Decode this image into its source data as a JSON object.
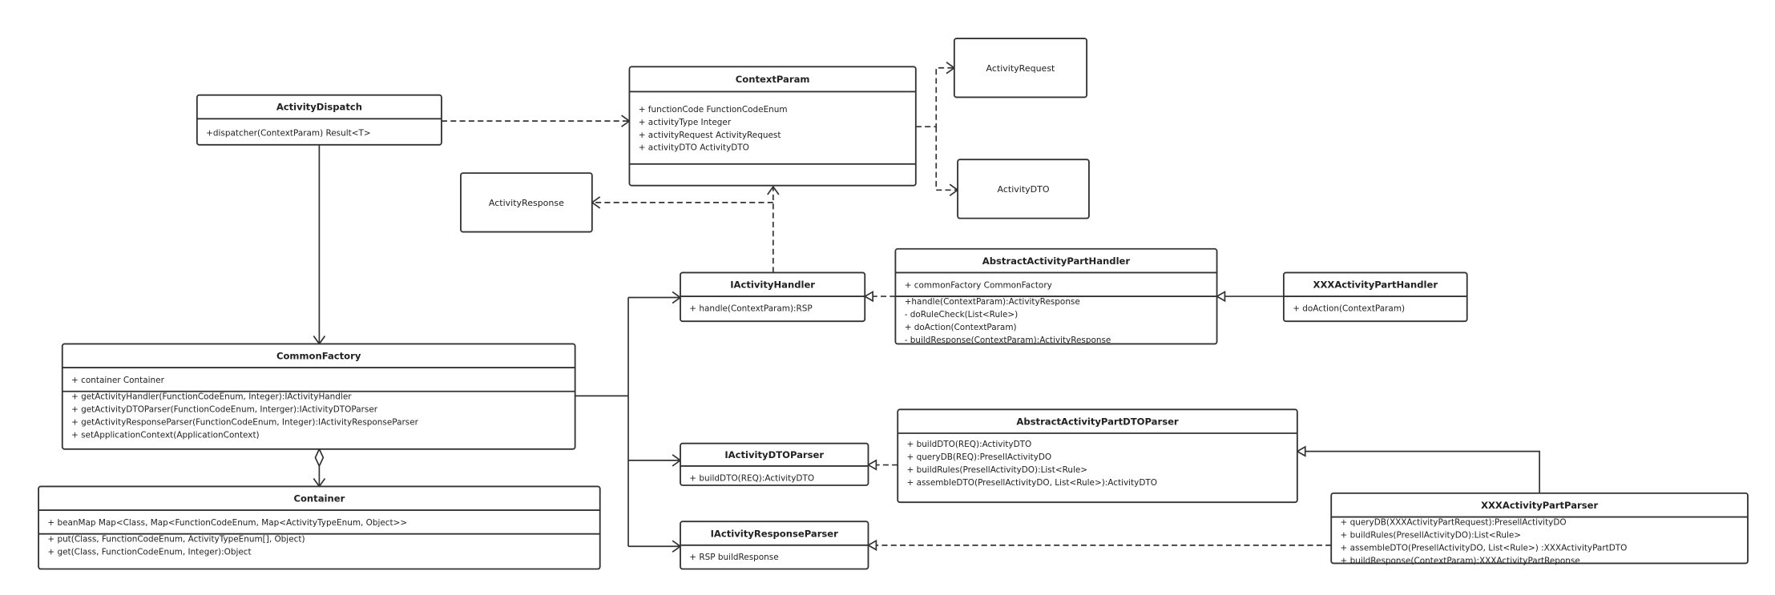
{
  "diagram": {
    "classes": {
      "activity_dispatch": {
        "name": "ActivityDispatch",
        "attributes": [],
        "methods": [
          "+dispatcher(ContextParam)  Result<T>"
        ]
      },
      "context_param": {
        "name": "ContextParam",
        "attributes": [
          "+ functionCode FunctionCodeEnum",
          "+ activityType Integer",
          "+ activityRequest ActivityRequest",
          "+ activityDTO ActivityDTO"
        ],
        "methods": []
      },
      "activity_request": {
        "name": "ActivityRequest"
      },
      "activity_dto": {
        "name": "ActivityDTO"
      },
      "activity_response": {
        "name": "ActivityResponse"
      },
      "i_activity_handler": {
        "name": "IActivityHandler",
        "methods": [
          "+ handle(ContextParam):RSP"
        ]
      },
      "abstract_activity_part_handler": {
        "name": "AbstractActivityPartHandler",
        "attributes": [
          "+ commonFactory CommonFactory"
        ],
        "methods": [
          "+handle(ContextParam):ActivityResponse",
          "- doRuleCheck(List<Rule>)",
          "+ doAction(ContextParam)",
          "- buildResponse(ContextParam):ActivityResponse"
        ]
      },
      "xxx_activity_part_handler": {
        "name": "XXXActivityPartHandler",
        "methods": [
          "+ doAction(ContextParam)"
        ]
      },
      "common_factory": {
        "name": "CommonFactory",
        "attributes": [
          "+ container Container"
        ],
        "methods": [
          "+ getActivityHandler(FunctionCodeEnum, Integer):IActivityHandler",
          "+ getActivityDTOParser(FunctionCodeEnum, Interger):IActivityDTOParser",
          "+ getActivityResponseParser(FunctionCodeEnum, Integer):IActivityResponseParser",
          "+ setApplicationContext(ApplicationContext)"
        ]
      },
      "container": {
        "name": "Container",
        "attributes": [
          "+ beanMap Map<Class, Map<FunctionCodeEnum, Map<ActivityTypeEnum, Object>>"
        ],
        "methods": [
          "+ put(Class, FunctionCodeEnum, ActivityTypeEnum[], Object)",
          "+ get(Class, FunctionCodeEnum, Integer):Object"
        ]
      },
      "i_activity_dto_parser": {
        "name": "IActivityDTOParser",
        "methods": [
          "+ buildDTO(REQ):ActivityDTO"
        ]
      },
      "abstract_activity_part_dto_parser": {
        "name": "AbstractActivityPartDTOParser",
        "methods": [
          "+ buildDTO(REQ):ActivityDTO",
          "+ queryDB(REQ):PresellActivityDO",
          "+ buildRules(PresellActivityDO):List<Rule>",
          "+ assembleDTO(PresellActivityDO, List<Rule>):ActivityDTO"
        ]
      },
      "i_activity_response_parser": {
        "name": "IActivityResponseParser",
        "methods": [
          "+ RSP buildResponse"
        ]
      },
      "xxx_activity_part_parser": {
        "name": "XXXActivityPartParser",
        "methods": [
          "+ queryDB(XXXActivityPartRequest):PresellActivityDO",
          "+ buildRules(PresellActivityDO):List<Rule>",
          "+ assembleDTO(PresellActivityDO, List<Rule>) :XXXActivityPartDTO",
          "+ buildResponse(ContextParam):XXXActivityPartReponse"
        ]
      }
    },
    "relations": [
      {
        "from": "activity_dispatch",
        "to": "context_param",
        "kind": "dependency"
      },
      {
        "from": "context_param",
        "to": "activity_request",
        "kind": "dependency"
      },
      {
        "from": "context_param",
        "to": "activity_dto",
        "kind": "dependency"
      },
      {
        "from": "i_activity_handler",
        "to": "context_param",
        "kind": "dependency"
      },
      {
        "from": "i_activity_handler",
        "to": "activity_response",
        "kind": "dependency"
      },
      {
        "from": "activity_dispatch",
        "to": "common_factory",
        "kind": "association"
      },
      {
        "from": "common_factory",
        "to": "container",
        "kind": "aggregation"
      },
      {
        "from": "common_factory",
        "to": "i_activity_handler",
        "kind": "association"
      },
      {
        "from": "common_factory",
        "to": "i_activity_dto_parser",
        "kind": "association"
      },
      {
        "from": "common_factory",
        "to": "i_activity_response_parser",
        "kind": "association"
      },
      {
        "from": "abstract_activity_part_handler",
        "to": "i_activity_handler",
        "kind": "realization"
      },
      {
        "from": "xxx_activity_part_handler",
        "to": "abstract_activity_part_handler",
        "kind": "generalization"
      },
      {
        "from": "abstract_activity_part_dto_parser",
        "to": "i_activity_dto_parser",
        "kind": "realization"
      },
      {
        "from": "xxx_activity_part_parser",
        "to": "abstract_activity_part_dto_parser",
        "kind": "generalization"
      },
      {
        "from": "xxx_activity_part_parser",
        "to": "i_activity_response_parser",
        "kind": "realization"
      }
    ],
    "line_color": "#333333"
  }
}
